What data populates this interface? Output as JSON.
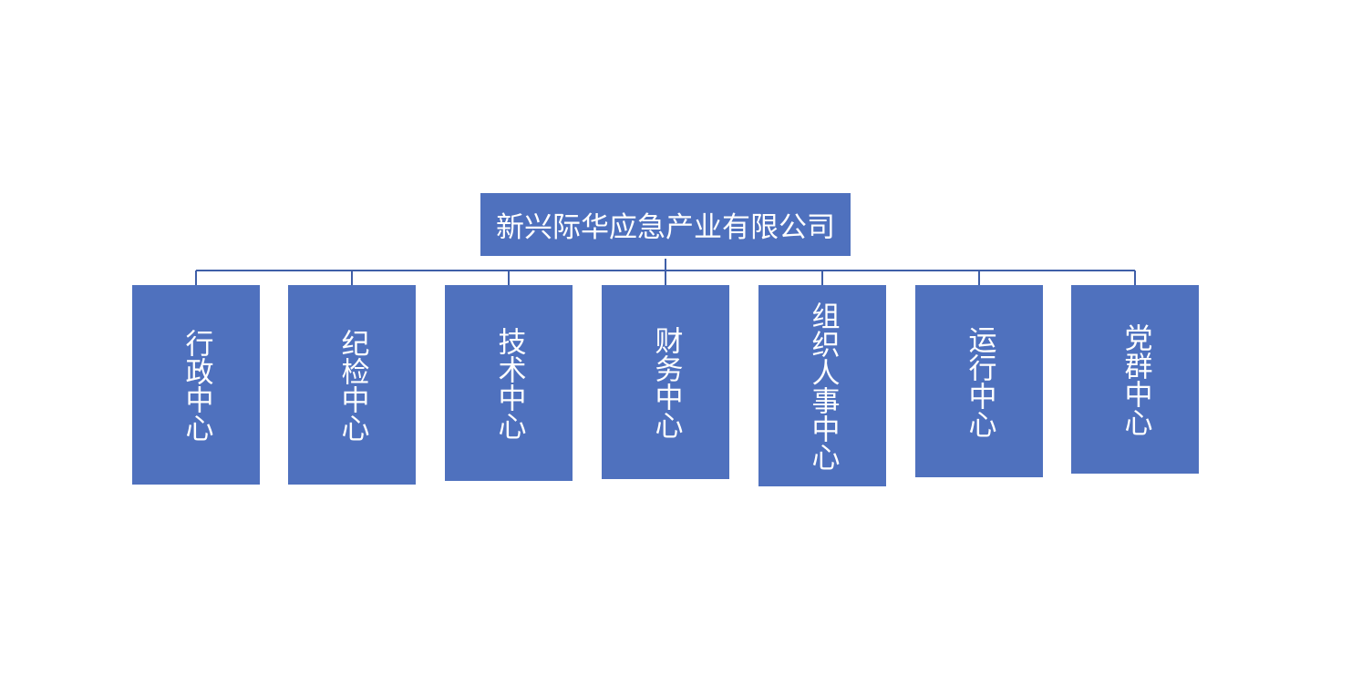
{
  "org_chart": {
    "root": {
      "label": "新兴际华应急产业有限公司"
    },
    "children": [
      {
        "label": "行政中心"
      },
      {
        "label": "纪检中心"
      },
      {
        "label": "技术中心"
      },
      {
        "label": "财务中心"
      },
      {
        "label": "组织人事中心"
      },
      {
        "label": "运行中心"
      },
      {
        "label": "党群中心"
      }
    ]
  },
  "colors": {
    "box_fill": "#4f71be",
    "connector": "#3f5fa8",
    "text": "#ffffff"
  }
}
